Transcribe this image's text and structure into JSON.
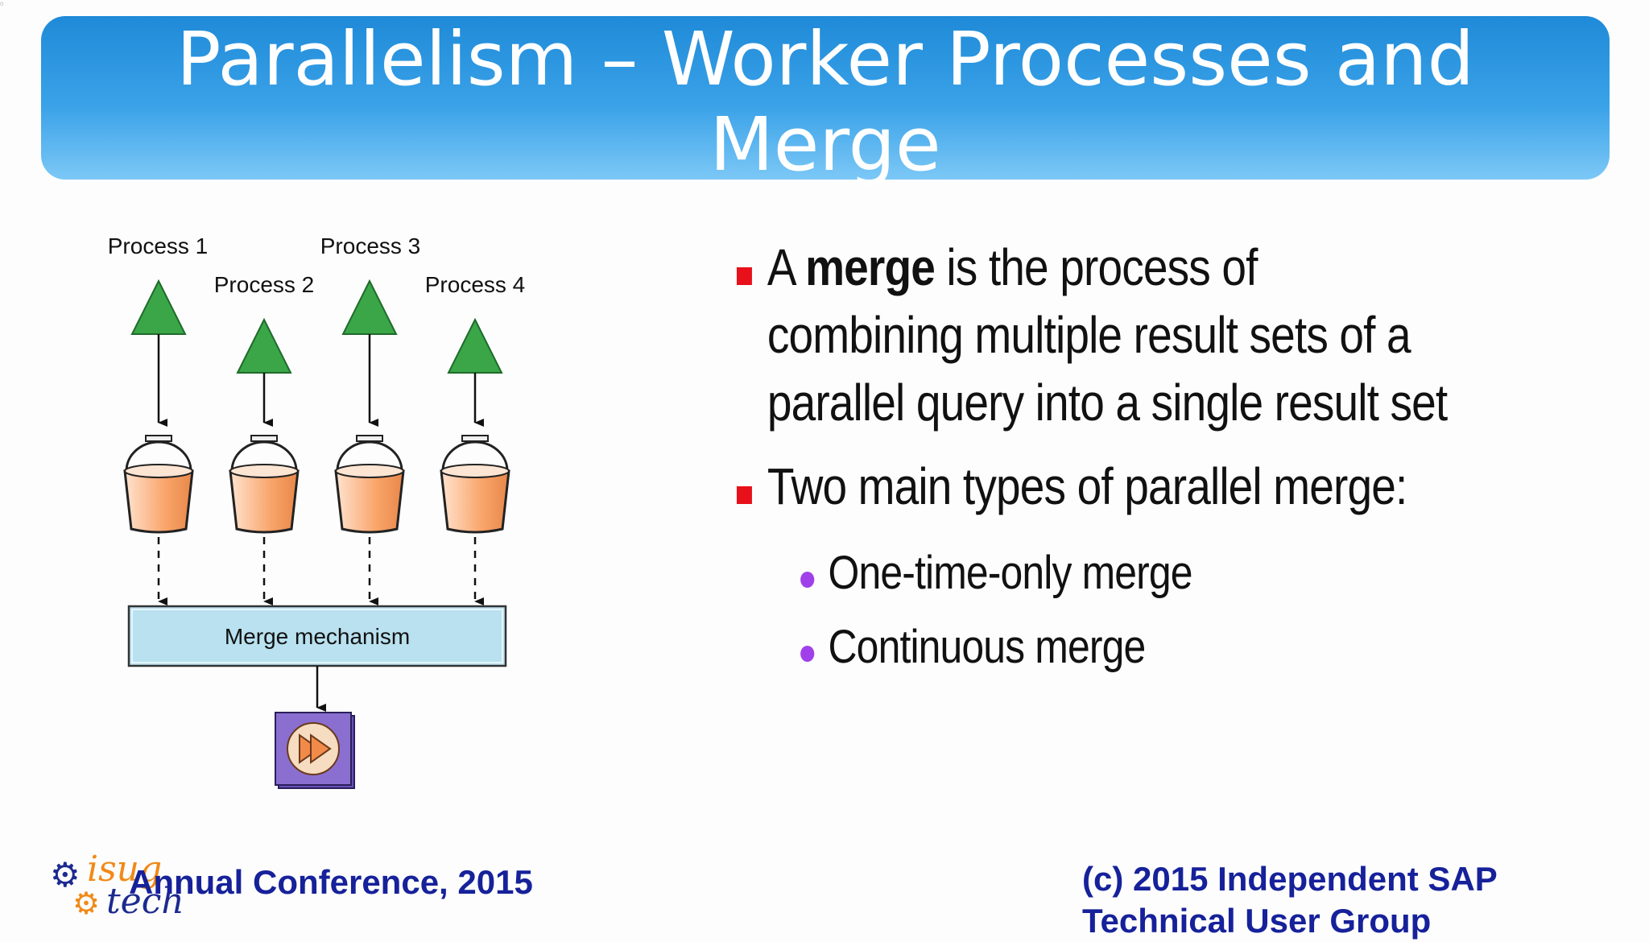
{
  "slide": {
    "corner_mark": "o",
    "title": "Parallelism – Worker Processes and Merge"
  },
  "diagram": {
    "processes": [
      "Process 1",
      "Process 2",
      "Process 3",
      "Process 4"
    ],
    "merge_label": "Merge mechanism",
    "colors": {
      "triangle": "#3aa648",
      "bucket": "#f9a56a",
      "merge_box": "#b9e1ef",
      "output_box": "#8a6fd1"
    }
  },
  "content": {
    "bullet1": {
      "prefix": "A ",
      "bold": "merge",
      "suffix": " is the process of combining multiple result sets of a parallel query into a single result set"
    },
    "bullet2": "Two main types of parallel merge:",
    "sub_items": [
      "One-time-only merge",
      "Continuous merge"
    ],
    "colors": {
      "bullet": "#e8101a",
      "sub_bullet": "#a040ea"
    }
  },
  "footer": {
    "logo_top": "isug",
    "logo_bottom": "tech",
    "left": "Annual Conference, 2015",
    "right": "(c) 2015 Independent SAP Technical User Group"
  }
}
